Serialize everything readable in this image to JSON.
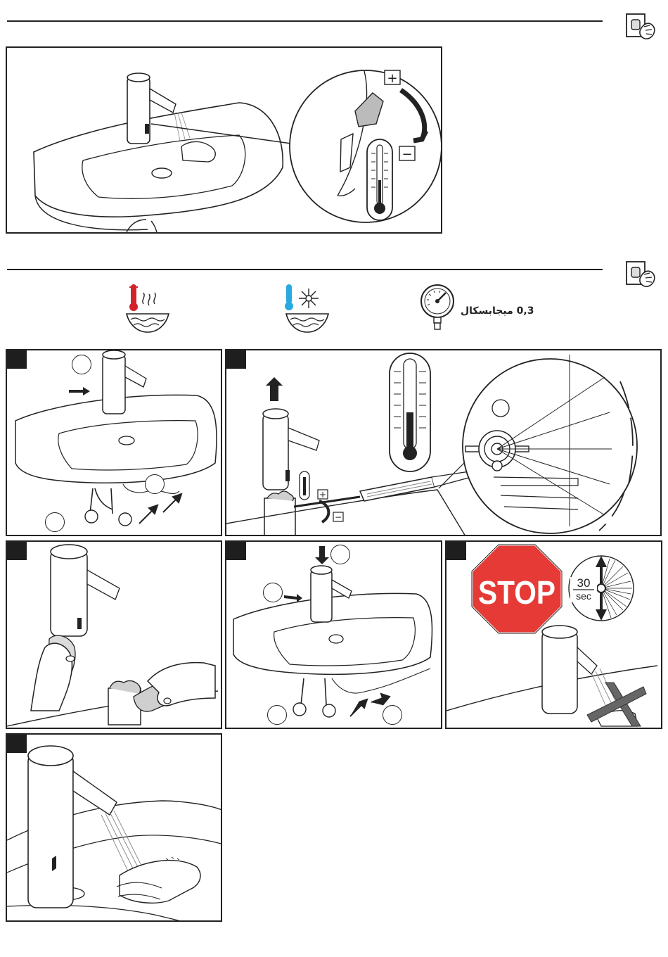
{
  "section1": {
    "illustration": "temperature-adjustment-with-screwdriver",
    "plus_sign": "+",
    "minus_sign": "−"
  },
  "section2": {
    "symbols": [
      {
        "name": "hot-water-icon"
      },
      {
        "name": "cold-water-icon"
      },
      {
        "name": "pressure-gauge-icon"
      }
    ],
    "pressure_label": "0,3 ميجابسكال"
  },
  "steps": [
    {
      "panel": "remove-spout"
    },
    {
      "panel": "adjust-thermostat",
      "plus_sign": "+",
      "minus_sign": "−"
    },
    {
      "panel": "clean-cartridge"
    },
    {
      "panel": "reassemble"
    },
    {
      "panel": "wait",
      "stop_label": "STOP",
      "timer_value": "30",
      "timer_unit": "sec"
    },
    {
      "panel": "use-faucet"
    }
  ],
  "colors": {
    "stop_red": "#e63a36",
    "hot_red": "#d2232a",
    "cold_blue": "#28a9e0",
    "line": "#222222",
    "shade": "#cfcfcf"
  }
}
